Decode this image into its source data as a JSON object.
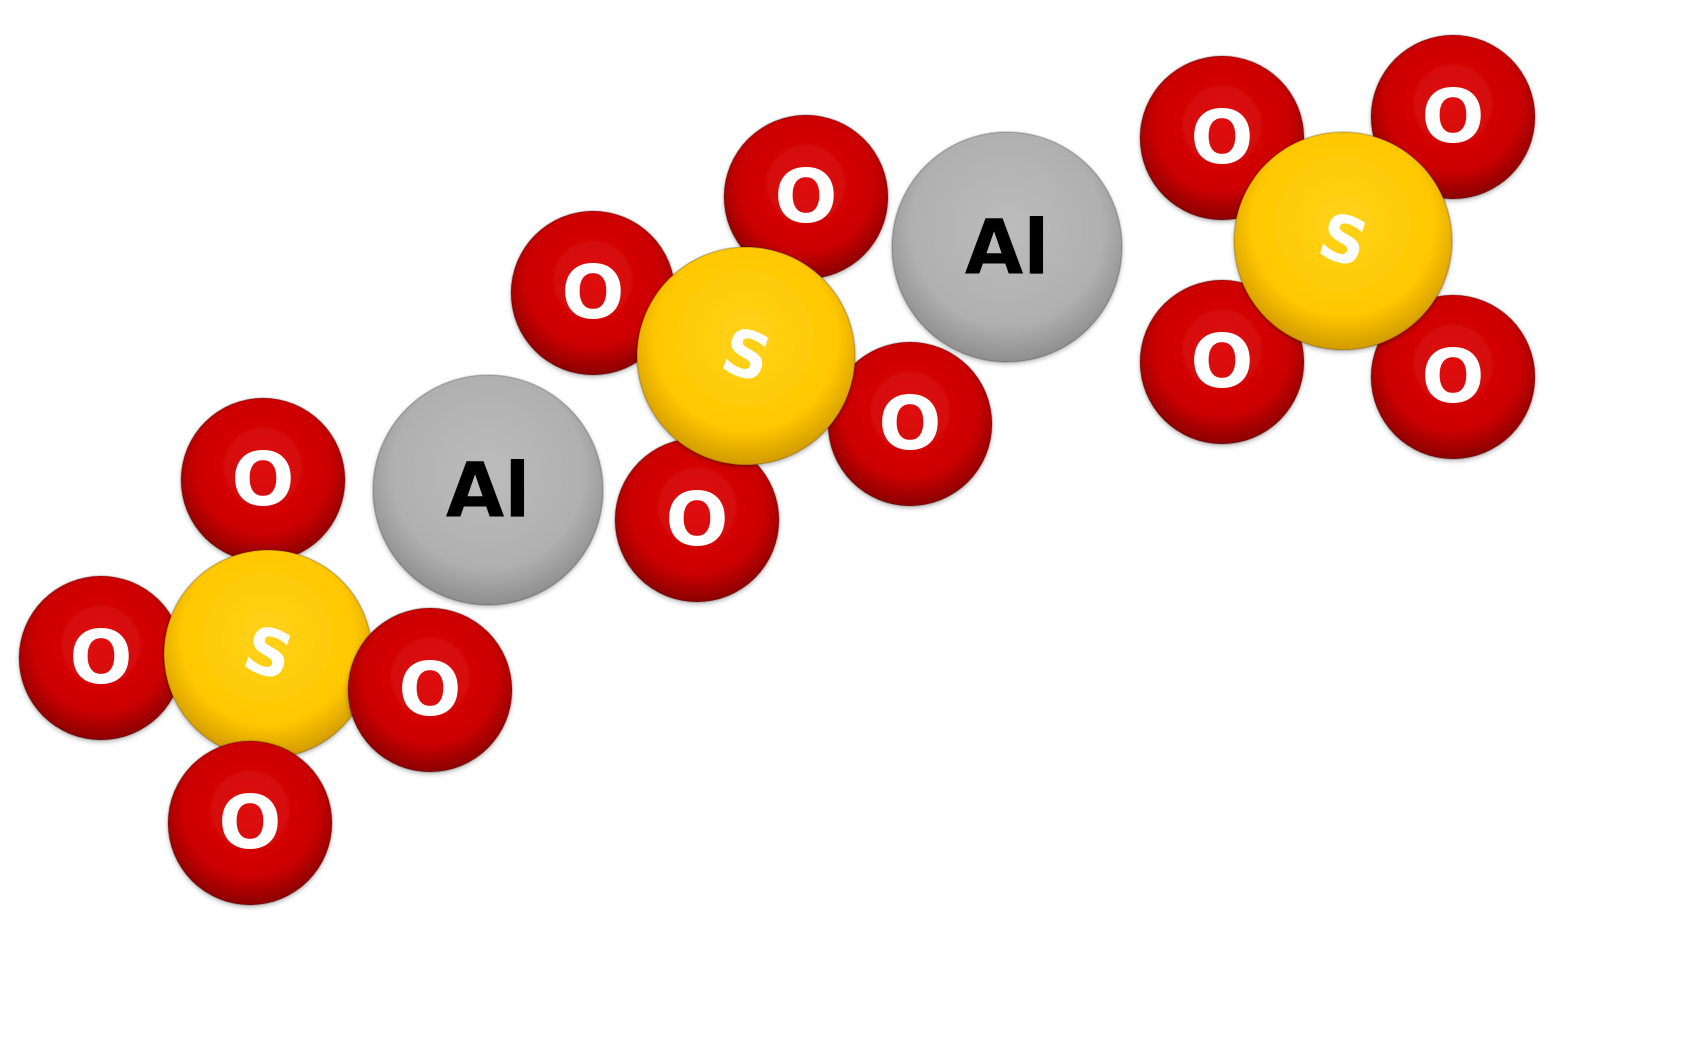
{
  "diagram": {
    "colors": {
      "oxygen": "#cc0000",
      "oxygen_label": "#ffffff",
      "sulfur": "#ffc800",
      "sulfur_label": "#ffffff",
      "aluminum": "#b4b4b4",
      "aluminum_label": "#000000"
    },
    "groups": [
      {
        "name": "sulfate-group-left",
        "atoms": [
          {
            "element": "O",
            "label": "O"
          },
          {
            "element": "O",
            "label": "O"
          },
          {
            "element": "S",
            "label": "S"
          },
          {
            "element": "O",
            "label": "O"
          },
          {
            "element": "O",
            "label": "O"
          }
        ]
      },
      {
        "name": "aluminum-left",
        "atoms": [
          {
            "element": "Al",
            "label": "Al"
          }
        ]
      },
      {
        "name": "sulfate-group-middle",
        "atoms": [
          {
            "element": "O",
            "label": "O"
          },
          {
            "element": "O",
            "label": "O"
          },
          {
            "element": "O",
            "label": "O"
          },
          {
            "element": "O",
            "label": "O"
          },
          {
            "element": "S",
            "label": "S"
          }
        ]
      },
      {
        "name": "aluminum-right",
        "atoms": [
          {
            "element": "Al",
            "label": "Al"
          }
        ]
      },
      {
        "name": "sulfate-group-right",
        "atoms": [
          {
            "element": "O",
            "label": "O"
          },
          {
            "element": "O",
            "label": "O"
          },
          {
            "element": "O",
            "label": "O"
          },
          {
            "element": "O",
            "label": "O"
          },
          {
            "element": "S",
            "label": "S"
          }
        ]
      }
    ]
  }
}
